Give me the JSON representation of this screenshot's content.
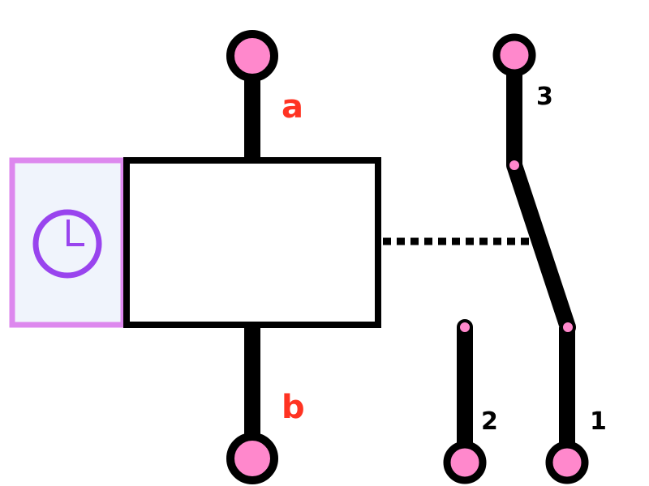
{
  "coil": {
    "terminal_a_label": "a",
    "terminal_b_label": "b"
  },
  "timer": {
    "icon": "clock-icon"
  },
  "switch": {
    "pin_1_label": "1",
    "pin_2_label": "2",
    "pin_3_label": "3"
  },
  "colors": {
    "terminal_fill": "#ff88cc",
    "coil_label": "#ff3322",
    "timer_border": "#dd88ee",
    "timer_background": "#f0f4fc",
    "clock": "#9944ee",
    "line": "#000000"
  }
}
